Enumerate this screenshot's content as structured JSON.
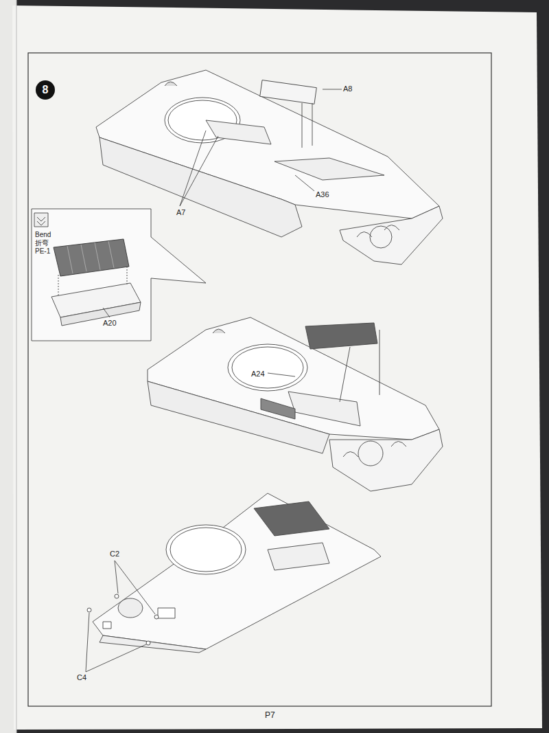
{
  "diagram": {
    "nodes": [
      {
        "text": [
          "8"
        ]
      }
    ],
    "labels": [
      "A8",
      "A7",
      "A36",
      "Bend",
      "折弯",
      "PE-1",
      "A20",
      "A24",
      "C2",
      "C4",
      "P7"
    ]
  }
}
